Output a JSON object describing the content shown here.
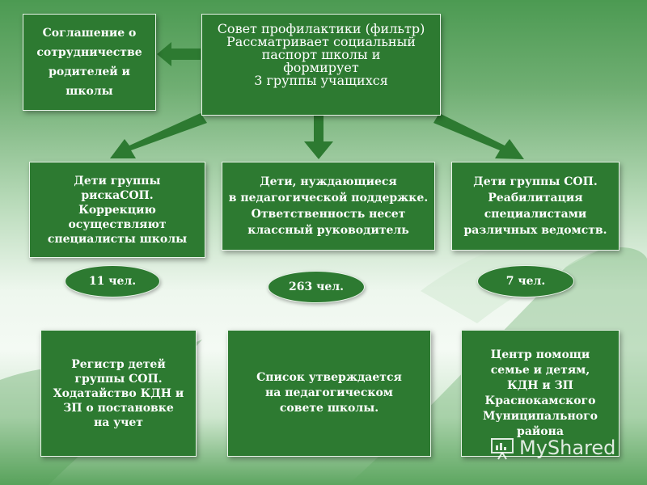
{
  "colors": {
    "box_fill": "#2d7a31",
    "arrow": "#2d7a31",
    "text": "#ffffff"
  },
  "top": {
    "title": "Совет профилактики (фильтр)",
    "body": "Рассматривает социальный\nпаспорт школы и\nформирует\n3 группы учащихся"
  },
  "agreement": {
    "text": "Соглашение о\nсотрудничестве\nродителей и\nшколы"
  },
  "groups": [
    {
      "text": "Дети группы\nрискаСОП.\nКоррекцию\nосуществляют\nспециалисты школы",
      "count": "11 чел."
    },
    {
      "text": "Дети, нуждающиеся\nв педагогической поддержке.\nОтветственность несет\nклассный руководитель",
      "count": "263 чел."
    },
    {
      "text": "Дети группы СОП.\nРеабилитация\nспециалистами\nразличных ведомств.",
      "count": "7 чел."
    }
  ],
  "bottom": [
    {
      "text": "Регистр детей\nгруппы СОП.\nХодатайство КДН и\nЗП о постановке\nна учет"
    },
    {
      "text": "Список  утверждается\nна педагогическом\nсовете школы."
    },
    {
      "text": "Центр помощи\nсемье и детям,\nКДН и ЗП\nКраснокамского\nМуниципального\nрайона"
    }
  ],
  "watermark": {
    "text": "MyShared",
    "icon": "presentation-board-icon"
  }
}
